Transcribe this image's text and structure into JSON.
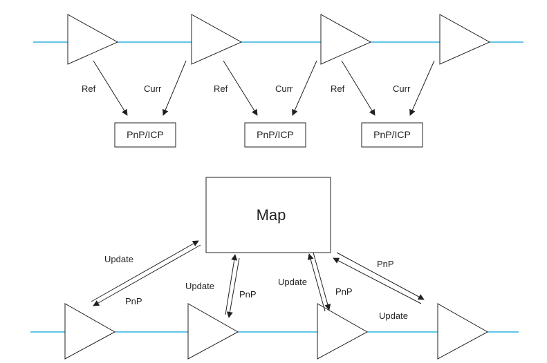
{
  "top": {
    "edge_labels": {
      "ref": "Ref",
      "curr": "Curr"
    },
    "box_label": "PnP/ICP"
  },
  "bottom": {
    "map_label": "Map",
    "update_label": "Update",
    "pnp_label": "PnP"
  },
  "colors": {
    "timeline": "#00a0d6",
    "stroke": "#231f20",
    "background": "#ffffff"
  }
}
